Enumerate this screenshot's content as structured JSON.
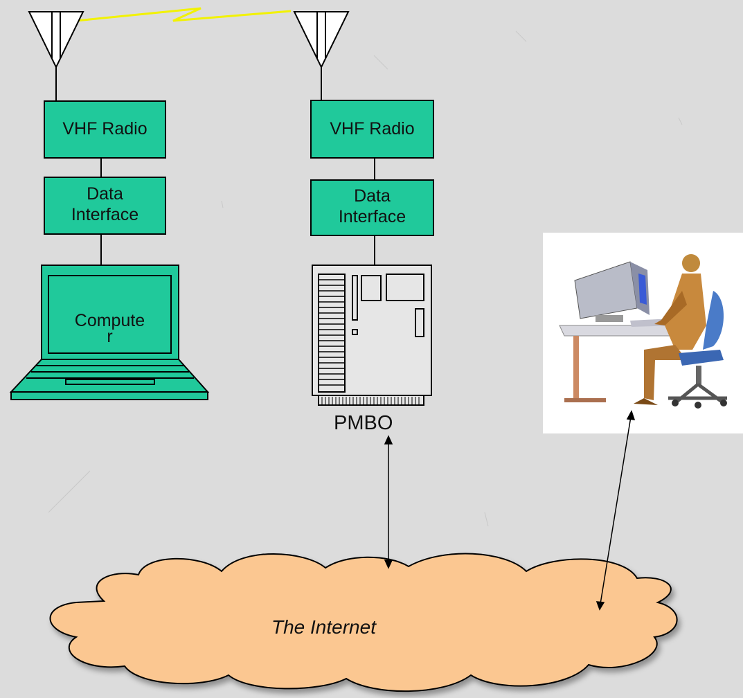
{
  "left_station": {
    "radio_label": "VHF Radio",
    "interface_line1": "Data",
    "interface_line2": "Interface",
    "computer_line1": "Compute",
    "computer_line2": "r"
  },
  "right_station": {
    "radio_label": "VHF Radio",
    "interface_line1": "Data",
    "interface_line2": "Interface",
    "pmbo_label": "PMBO"
  },
  "cloud": {
    "label": "The Internet"
  },
  "colors": {
    "box_fill": "#20c99b",
    "cloud_fill": "#fbc791",
    "radio_link": "#f2f200",
    "background": "#dcdcdc"
  }
}
